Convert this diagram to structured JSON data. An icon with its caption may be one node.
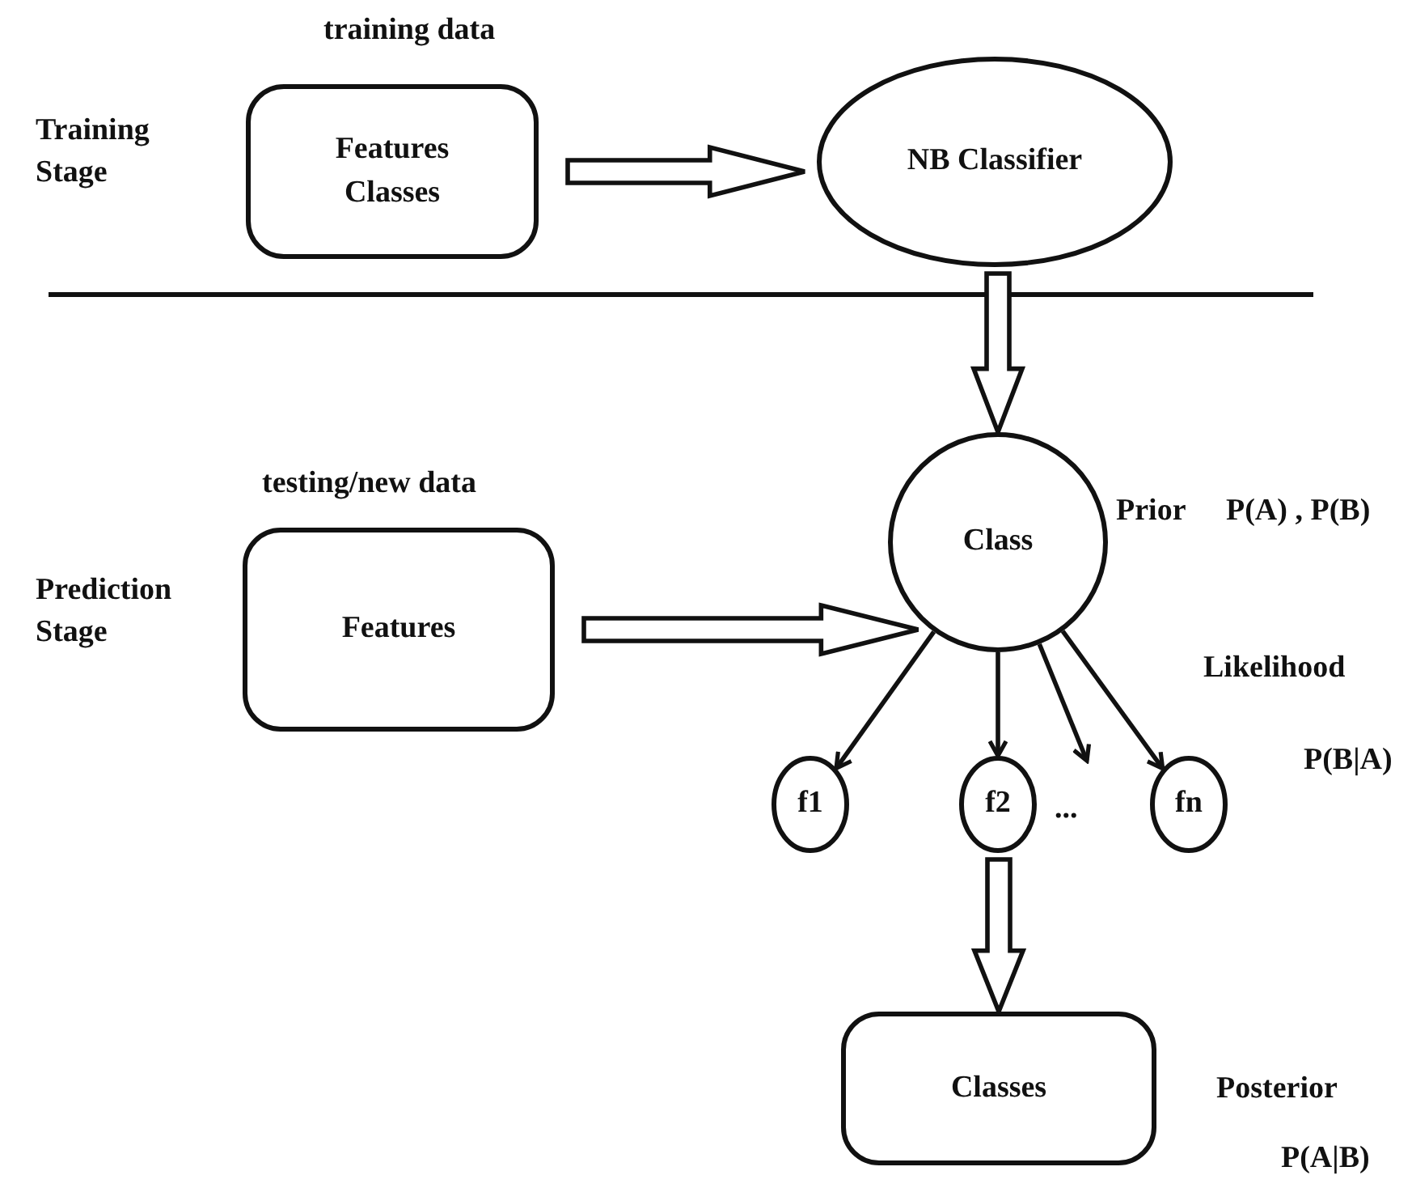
{
  "diagram": {
    "nodes": [
      {
        "text": [
          "Features Classes"
        ],
        "beside": [
          "training data"
        ]
      },
      {
        "text": [
          "NB Classifier"
        ]
      },
      {
        "text": [
          "Features"
        ],
        "beside": [
          "testing/new data"
        ]
      },
      {
        "text": [
          "Class"
        ],
        "beside": [
          "Prior",
          "P(A) , P(B)"
        ]
      },
      {
        "text": [
          "f1"
        ]
      },
      {
        "text": [
          "f2"
        ]
      },
      {
        "text": [
          "fn"
        ]
      },
      {
        "text": [
          "Classes"
        ],
        "beside": [
          "Posterior",
          "P(A|B)"
        ]
      }
    ],
    "edges": [
      {
        "from": 0,
        "to": 1,
        "arrow": "to",
        "style": "thick"
      },
      {
        "from": 1,
        "to": 3,
        "arrow": "to",
        "style": "thick"
      },
      {
        "from": 2,
        "to": 3,
        "arrow": "to",
        "style": "thick"
      },
      {
        "from": 3,
        "to": 4,
        "arrow": "to"
      },
      {
        "from": 3,
        "to": 5,
        "arrow": "to"
      },
      {
        "from": 3,
        "to": null,
        "arrow": "to"
      },
      {
        "from": 3,
        "to": 6,
        "arrow": "to"
      },
      {
        "from": 5,
        "to": 7,
        "arrow": "to",
        "style": "thick"
      }
    ],
    "labels": [
      "Training Stage",
      "Prediction Stage",
      "Likelihood",
      "P(B|A)",
      "..."
    ]
  }
}
